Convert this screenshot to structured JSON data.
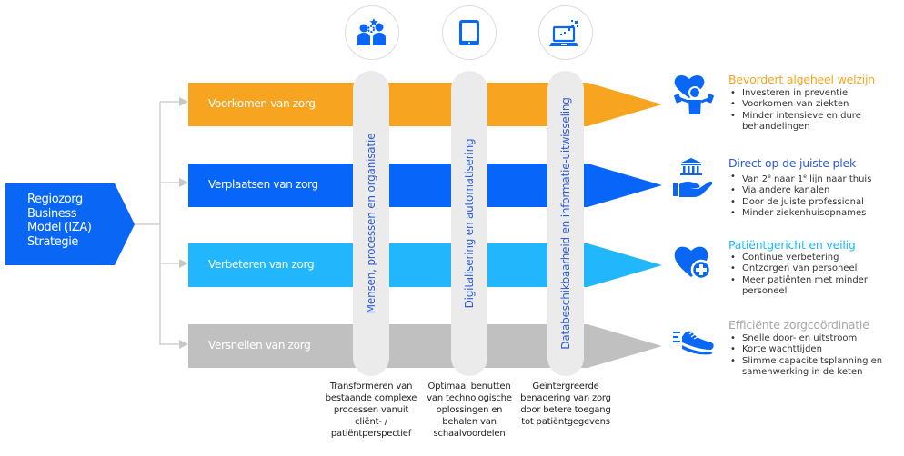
{
  "main": {
    "label_lines": [
      "Regiozorg",
      "Business",
      "Model (IZA)",
      "Strategie"
    ],
    "color": "#0a66f5"
  },
  "bars": [
    {
      "label": "Voorkomen van zorg",
      "color": "#f7a520"
    },
    {
      "label": "Verplaatsen van zorg",
      "color": "#0765fa"
    },
    {
      "label": "Verbeteren van zorg",
      "color": "#22b6fc"
    },
    {
      "label": "Versnellen van zorg",
      "color": "#c0c0c0"
    }
  ],
  "pillars": [
    {
      "label": "Mensen, processen en organisatie",
      "icon": "people-gear-star-icon",
      "caption_lines": [
        "Transformeren van",
        "bestaande complexe",
        "processen vanuit",
        "cliënt- /",
        "patiëntperspectief"
      ]
    },
    {
      "label": "Digitalisering en automatisering",
      "icon": "tablet-icon",
      "caption_lines": [
        "Optimaal benutten",
        "van technologische",
        "oplossingen en",
        "behalen van",
        "schaalvoordelen"
      ]
    },
    {
      "label": "Databeschikbaarheid en informatie-uitwisseling",
      "icon": "laptop-data-icon",
      "caption_lines": [
        "Geïntergreerde",
        "benadering van zorg",
        "door betere toegang",
        "tot patiëntgegevens"
      ]
    }
  ],
  "outcomes": [
    {
      "title": "Bevordert algeheel welzijn",
      "title_color": "#f7a520",
      "icon": "heart-fitness-icon",
      "items": [
        "Investeren in preventie",
        "Voorkomen van ziekten",
        "Minder intensieve en dure behandelingen"
      ]
    },
    {
      "title": "Direct op de juiste plek",
      "title_color": "#2e5bd8",
      "icon": "hand-institution-icon",
      "items": [
        "Van 2e naar 1e lijn naar thuis",
        "Via andere kanalen",
        "Door de juiste professional",
        "Minder ziekenhuisopnames"
      ]
    },
    {
      "title": "Patiëntgericht en veilig",
      "title_color": "#22b6fc",
      "icon": "heart-plus-icon",
      "items": [
        "Continue verbetering",
        "Ontzorgen van personeel",
        "Meer patiënten met minder personeel"
      ]
    },
    {
      "title": "Efficiënte zorgcoördinatie",
      "title_color": "#a8a8a8",
      "icon": "fast-shoe-icon",
      "items": [
        "Snelle door- en uitstroom",
        "Korte wachttijden",
        "Slimme capaciteitsplanning en samenwerking in de keten"
      ]
    }
  ],
  "icon_color": "#0a66f5"
}
